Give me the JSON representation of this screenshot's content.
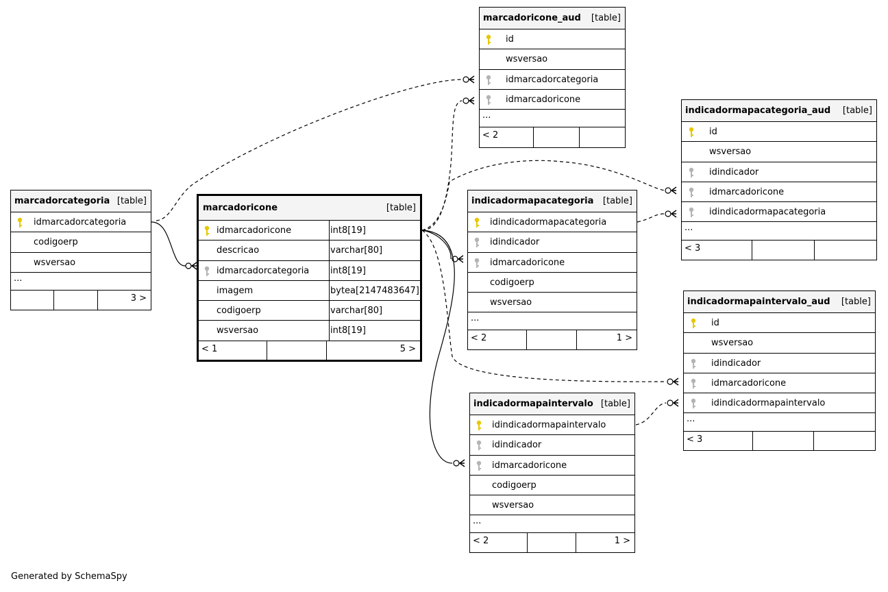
{
  "footer_credit": "Generated by SchemaSpy",
  "tables": {
    "marcadoricone_aud": {
      "name": "marcadoricone_aud",
      "type": "[table]",
      "columns": [
        "id",
        "wsversao",
        "idmarcadorcategoria",
        "idmarcadoricone"
      ],
      "keys": [
        "primary",
        "none",
        "foreign",
        "foreign"
      ],
      "ellipsis": "...",
      "footer": [
        "< 2",
        "",
        ""
      ]
    },
    "indicadormapacategoria_aud": {
      "name": "indicadormapacategoria_aud",
      "type": "[table]",
      "columns": [
        "id",
        "wsversao",
        "idindicador",
        "idmarcadoricone",
        "idindicadormapacategoria"
      ],
      "keys": [
        "primary",
        "none",
        "foreign",
        "foreign",
        "foreign"
      ],
      "ellipsis": "...",
      "footer": [
        "< 3",
        "",
        ""
      ]
    },
    "marcadorcategoria": {
      "name": "marcadorcategoria",
      "type": "[table]",
      "columns": [
        "idmarcadorcategoria",
        "codigoerp",
        "wsversao"
      ],
      "keys": [
        "primary",
        "none",
        "none"
      ],
      "ellipsis": "...",
      "footer": [
        "",
        "",
        "3 >"
      ]
    },
    "marcadoricone": {
      "name": "marcadoricone",
      "type": "[table]",
      "columns": [
        "idmarcadoricone",
        "descricao",
        "idmarcadorcategoria",
        "imagem",
        "codigoerp",
        "wsversao"
      ],
      "types": [
        "int8[19]",
        "varchar[80]",
        "int8[19]",
        "bytea[2147483647]",
        "varchar[80]",
        "int8[19]"
      ],
      "keys": [
        "primary",
        "none",
        "foreign",
        "none",
        "none",
        "none"
      ],
      "footer": [
        "< 1",
        "",
        "5 >"
      ]
    },
    "indicadormapacategoria": {
      "name": "indicadormapacategoria",
      "type": "[table]",
      "columns": [
        "idindicadormapacategoria",
        "idindicador",
        "idmarcadoricone",
        "codigoerp",
        "wsversao"
      ],
      "keys": [
        "primary",
        "foreign",
        "foreign",
        "none",
        "none"
      ],
      "ellipsis": "...",
      "footer": [
        "< 2",
        "",
        "1 >"
      ]
    },
    "indicadormapaintervalo_aud": {
      "name": "indicadormapaintervalo_aud",
      "type": "[table]",
      "columns": [
        "id",
        "wsversao",
        "idindicador",
        "idmarcadoricone",
        "idindicadormapaintervalo"
      ],
      "keys": [
        "primary",
        "none",
        "foreign",
        "foreign",
        "foreign"
      ],
      "ellipsis": "...",
      "footer": [
        "< 3",
        "",
        ""
      ]
    },
    "indicadormapaintervalo": {
      "name": "indicadormapaintervalo",
      "type": "[table]",
      "columns": [
        "idindicadormapaintervalo",
        "idindicador",
        "idmarcadoricone",
        "codigoerp",
        "wsversao"
      ],
      "keys": [
        "primary",
        "foreign",
        "foreign",
        "none",
        "none"
      ],
      "ellipsis": "...",
      "footer": [
        "< 2",
        "",
        "1 >"
      ]
    }
  },
  "colors": {
    "primary_key": "#e6c800",
    "foreign_key": "#b4b4b4",
    "header_bg": "#f4f4f4",
    "line": "#000000"
  }
}
